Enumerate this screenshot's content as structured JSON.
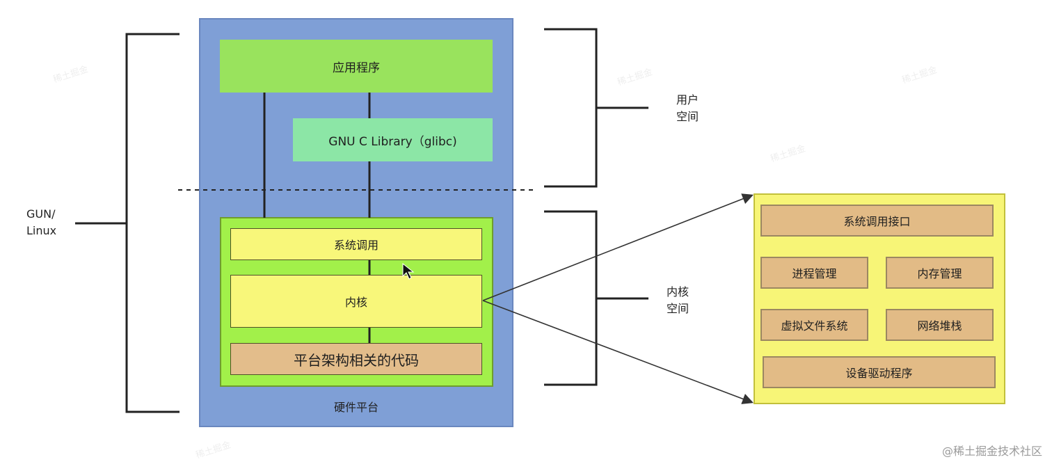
{
  "diagram": {
    "user_app": "应用程序",
    "glibc": "GNU C Library（glibc)",
    "syscall": "系统调用",
    "kernel": "内核",
    "arch_code": "平台架构相关的代码",
    "hardware_platform": "硬件平台",
    "gnu_linux": [
      "GUN/",
      "Linux"
    ],
    "user_space": [
      "用户",
      "空间"
    ],
    "kernel_space": [
      "内核",
      "空间"
    ],
    "kernel_detail": {
      "syscall_interface": "系统调用接口",
      "process_mgmt": "进程管理",
      "memory_mgmt": "内存管理",
      "vfs": "虚拟文件系统",
      "network_stack": "网络堆栈",
      "device_drivers": "设备驱动程序"
    }
  },
  "credit": "@稀土掘金技术社区",
  "colors": {
    "hardware": "#7f9fd6",
    "app": "#99e35d",
    "glibc": "#8ce6a6",
    "kernel_outer": "#a2f04a",
    "kernel_box": "#f8f77a",
    "arch_box": "#e3bd8b"
  }
}
